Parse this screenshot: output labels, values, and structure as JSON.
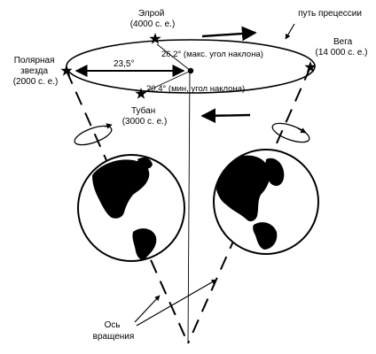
{
  "labels": {
    "elroy": [
      "Элрой",
      "(4000 с. е.)"
    ],
    "precession_path": "путь прецессии",
    "polaris": [
      "Полярная",
      "звезда",
      "(2000 с. е.)"
    ],
    "vega": [
      "Вега",
      "(14 000 с. е.)"
    ],
    "angle_max": "26,2° (макс. угол наклона)",
    "angle_23": "23,5°",
    "angle_min": "20,4° (мин, угол наклона)",
    "thuban": [
      "Тубан",
      "(3000 с. е.)"
    ],
    "axis": [
      "Ось",
      "вращения"
    ]
  },
  "icons": [
    "star-icon",
    "earth-globe-icon",
    "arrow-icon"
  ]
}
